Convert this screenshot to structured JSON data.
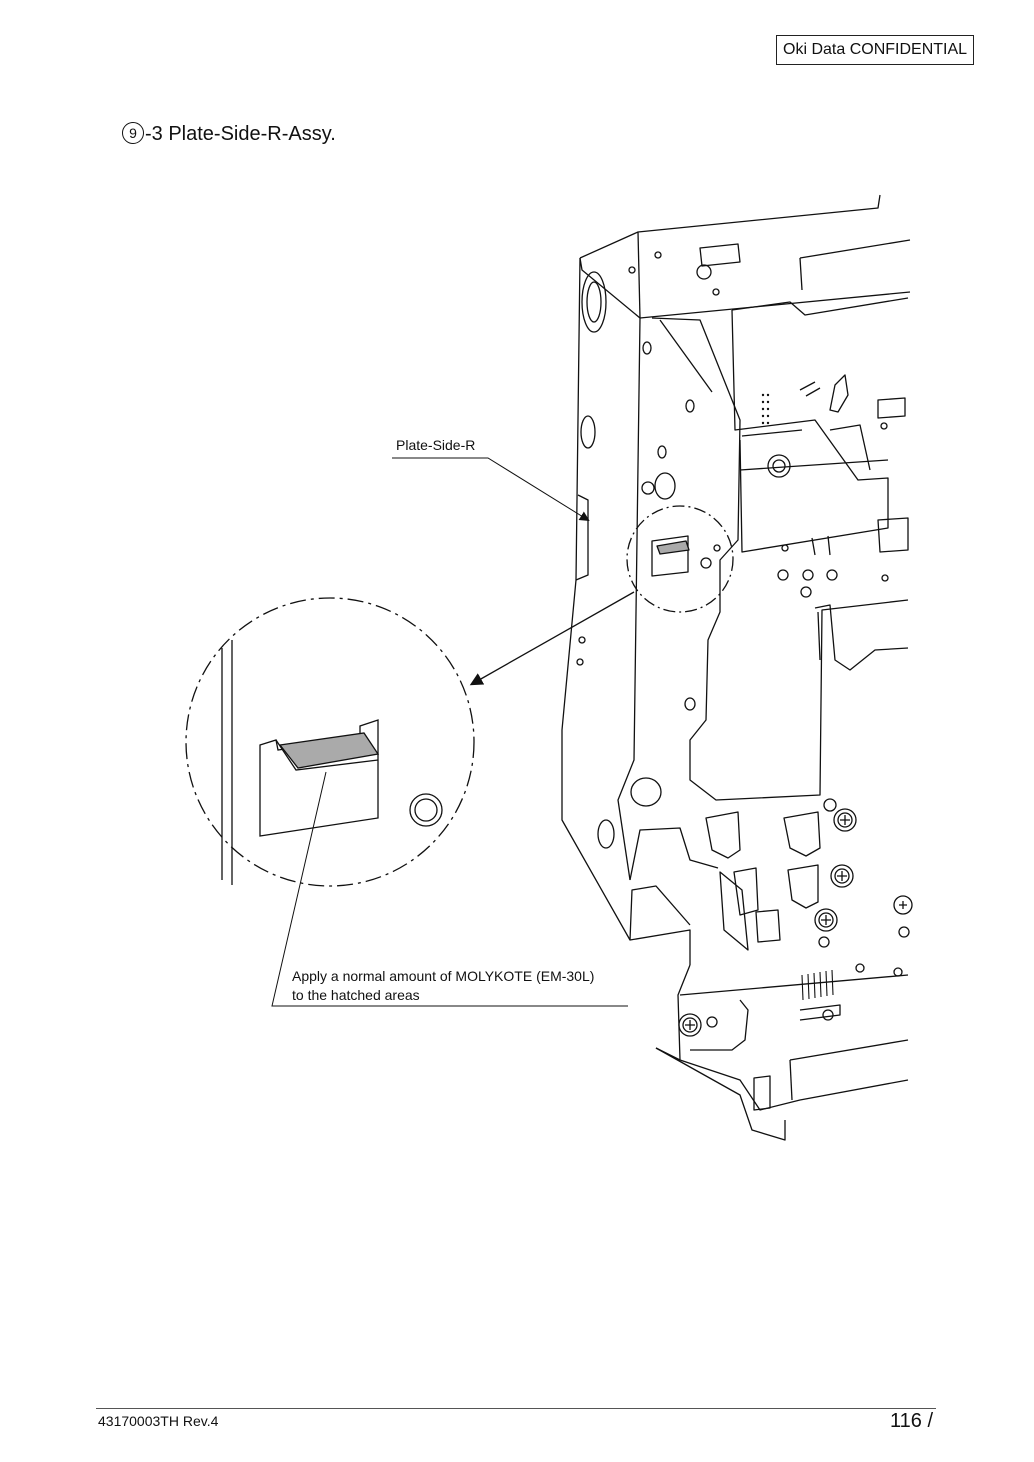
{
  "header": {
    "confidential_label": "Oki Data CONFIDENTIAL"
  },
  "section": {
    "number_symbol": "9",
    "title": "-3 Plate-Side-R-Assy."
  },
  "figure": {
    "callout_part": "Plate-Side-R",
    "callout_note_line1": "Apply a normal amount of MOLYKOTE (EM-30L)",
    "callout_note_line2": "to the hatched areas"
  },
  "footer": {
    "document_number": "43170003TH  Rev.4",
    "page_number": "116 /"
  }
}
